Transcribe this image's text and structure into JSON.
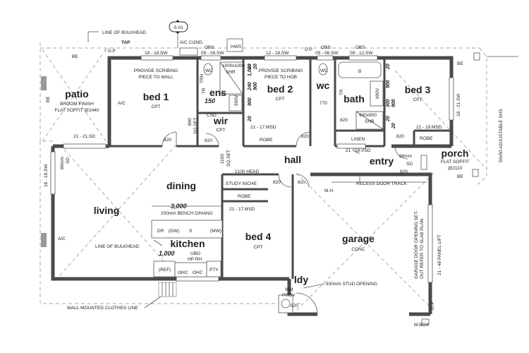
{
  "section_marker": "S-01",
  "notes": {
    "bulkhead_top": "LINE OF BULKHEAD",
    "bulkhead_kitchen": "LINE OF BULKHEAD",
    "tap": "TAP",
    "ac_cond": "A/C COND.",
    "hws": "HWS",
    "dp1": "D.P",
    "dp2": "D.P",
    "dp3": "D.P",
    "be1": "BE",
    "be2": "BE",
    "be3": "BE",
    "be4": "BE",
    "clothes_line": "WALL MOUNTED CLOTHES LINE",
    "shs": "50x50 ADJUSTABLE SHS",
    "mbox": "M.BOX"
  },
  "windows": {
    "w1": "18 - 18.SW",
    "w2": "OBS",
    "w2b": "09 - 06.SW",
    "w3": "12 - 18.SW",
    "w4": "OBS",
    "w4b": "09 - 06.SW",
    "w5": "OBS",
    "w5b": "09 - 12.SW",
    "w6": "21 - 21.SD",
    "w7": "18 - 21.SW",
    "w8": "21 - 17.MSD",
    "w9": "21 - 18.VSD",
    "w10": "21 - 19.MSD",
    "w11": "18 - 18.SW",
    "w12": "21 - 17.MSD",
    "w13": "21 - 48 PANEL LIFT"
  },
  "rooms": {
    "patio": {
      "name": "patio",
      "sub1": "BROOM FINISH",
      "sub2": "FLAT SOFFIT @2440"
    },
    "bed1": {
      "name": "bed 1",
      "sub": "CPT",
      "note1": "PROVIDE SCRIBING",
      "note2": "PIECE TO WALL"
    },
    "ens": {
      "name": "ens",
      "shr": "1000x1000",
      "shr2": "SHR",
      "vanity": "900V",
      "wc": "WC",
      "trh": "TRH",
      "tr": "TR"
    },
    "wir": {
      "name": "wir",
      "sub": "CPT",
      "csd": "CSD",
      "dim": "150"
    },
    "bed2": {
      "name": "bed 2",
      "sub": "CPT",
      "note1": "PROVIDE SCRIBING",
      "note2": "PIECE TO HOB",
      "robe": "ROBE"
    },
    "wc": {
      "name": "wc",
      "wc": "WC",
      "dim": "770"
    },
    "bath": {
      "name": "bath",
      "b": "B",
      "shr": "900x900",
      "shr2": "SHR",
      "vanity": "900V",
      "tr": "TR",
      "linen": "LINEN"
    },
    "bed3": {
      "name": "bed 3",
      "sub": "CPT",
      "robe": "ROBE"
    },
    "porch": {
      "name": "porch",
      "sub1": "FLAT SOFFIT",
      "sub2": "@2110"
    },
    "hall": {
      "name": "hall"
    },
    "entry": {
      "name": "entry",
      "dim": "86mm",
      "sd": "SD"
    },
    "dining": {
      "name": "dining"
    },
    "living": {
      "name": "living",
      "ac": "A/C",
      "dim": "86mm",
      "sd": "SD"
    },
    "kitchen": {
      "name": "kitchen",
      "dr": "DR",
      "dw": "(DW)",
      "s": "S",
      "mw": "(MW)",
      "ref": "(REF)",
      "ohc1": "OHC",
      "ohc2": "OHC",
      "pty": "PTY",
      "ubo": "UBO",
      "hprh": "HP RH"
    },
    "bed4": {
      "name": "bed 4",
      "sub": "CPT",
      "robe": "ROBE",
      "niche": "STUDY NICHE",
      "head": "2100 HEAD"
    },
    "garage": {
      "name": "garage",
      "sub": "CONC",
      "recess": "RECESS DOOR TRACK",
      "mh": "M.H.",
      "door1": "GARAGE DOOR OPENING SET-",
      "door2": "OUT REFER TO SLAB PLAN",
      "opening": "930mm STUD OPENING"
    },
    "ldy": {
      "name": "ldy",
      "wm": "WM",
      "prov": "PROV"
    }
  },
  "dims": {
    "d820a": "820",
    "d820b": "820",
    "d820c": "820",
    "d820d": "820",
    "d820e": "820",
    "d820f": "820",
    "d820g": "820",
    "d820h": "820",
    "d820i": "820",
    "d800": "800",
    "d1190": "1190",
    "sq_set1": "SQ.SET",
    "sq_set2": "SQ.SET",
    "v240": "240",
    "v1000": "1,000",
    "v20a": "20",
    "v20b": "20",
    "v20c": "20",
    "v900a": "900",
    "v900b": "900",
    "b20a": "20",
    "b20b": "20",
    "b900a": "900",
    "b900b": "900",
    "b300": "300",
    "b20c": "20",
    "bench": "3,000",
    "bench_note": "200mm BENCH O/HANG",
    "kit": "1,000"
  }
}
